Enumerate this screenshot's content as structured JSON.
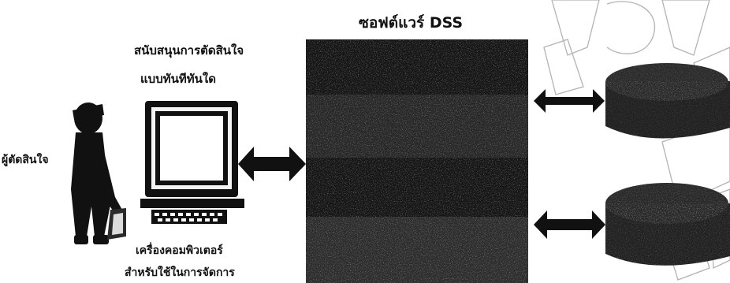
{
  "diagram": {
    "title": "ซอฟต์แวร์ DSS",
    "support_line_1": "สนับสนุนการตัดสินใจ",
    "support_line_2": "แบบทันทีทันใด",
    "decision_maker": "ผู้ตัดสินใจ",
    "computer_line_1": "เครื่องคอมพิวเตอร์",
    "computer_line_2": "สำหรับใช้ในการจัดการ"
  },
  "colors": {
    "panel": "#161616",
    "ink": "#111111",
    "watermark": "#9a9a9a"
  }
}
